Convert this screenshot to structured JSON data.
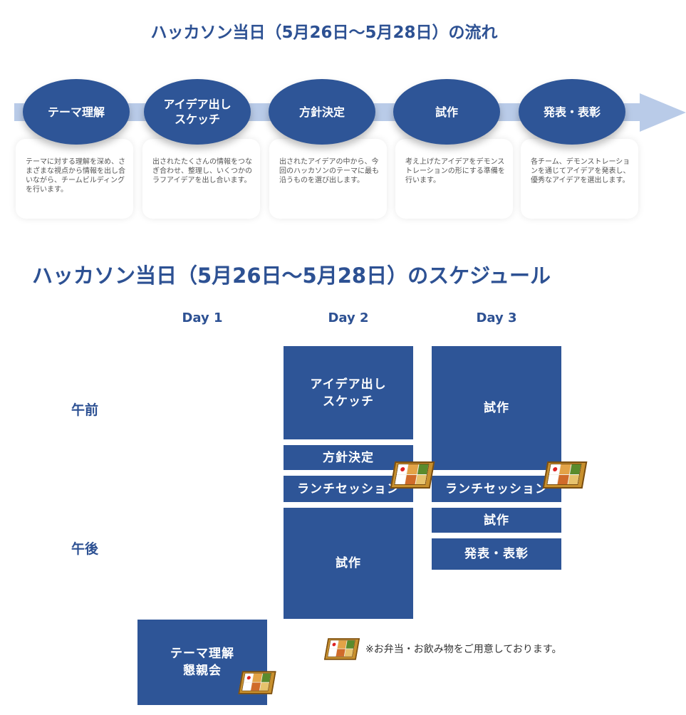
{
  "flow": {
    "title": "ハッカソン当日（5月26日〜5月28日）の流れ",
    "steps": [
      {
        "label": "テーマ理解",
        "desc": "テーマに対する理解を深め、さまざまな視点から情報を出し合いながら、チームビルディングを行います。"
      },
      {
        "label": "アイデア出し\nスケッチ",
        "desc": "出されたたくさんの情報をつなぎ合わせ、整理し、いくつかのラフアイデアを出し合います。"
      },
      {
        "label": "方針決定",
        "desc": "出されたアイデアの中から、今回のハッカソンのテーマに最も沿うものを選び出します。"
      },
      {
        "label": "試作",
        "desc": "考え上げたアイデアをデモンストレーションの形にする準備を行います。"
      },
      {
        "label": "発表・表彰",
        "desc": "各チーム、デモンストレーションを通じてアイデアを発表し、優秀なアイデアを選出します。"
      }
    ]
  },
  "schedule": {
    "title": "ハッカソン当日（5月26日〜5月28日）のスケジュール",
    "days": [
      "Day 1",
      "Day 2",
      "Day 3"
    ],
    "periods": [
      "午前",
      "午後"
    ],
    "day1": [
      "テーマ理解\n懇親会"
    ],
    "day2": [
      "アイデア出し\nスケッチ",
      "方針決定",
      "ランチセッション",
      "試作"
    ],
    "day3": [
      "試作",
      "ランチセッション",
      "試作",
      "発表・表彰"
    ],
    "note": "※お弁当・お飲み物をご用意しております。"
  },
  "colors": {
    "primary": "#2e5597",
    "arrow": "#b9cbe8"
  }
}
